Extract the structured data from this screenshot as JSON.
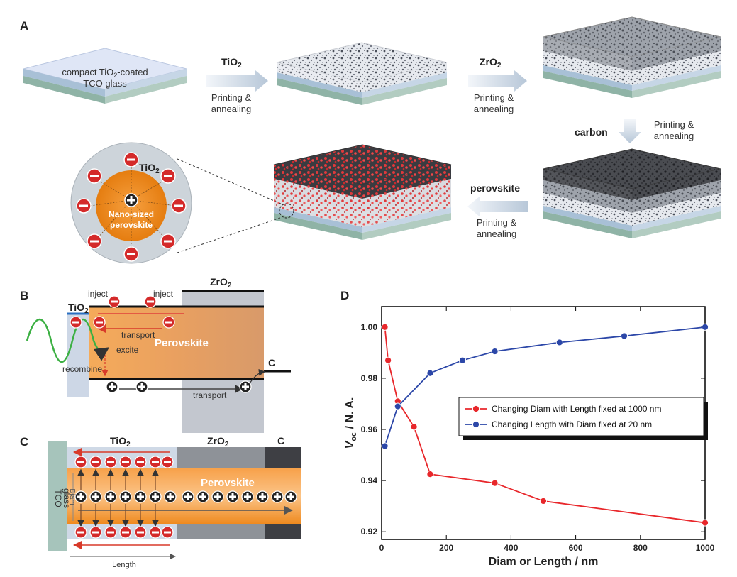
{
  "panels": {
    "a": "A",
    "b": "B",
    "c": "C",
    "d": "D"
  },
  "panel_a": {
    "glass_label_1": "compact TiO",
    "glass_label_sub": "2",
    "glass_label_2": "-coated",
    "glass_label_3": "TCO glass",
    "step1_material": "TiO",
    "step1_sub": "2",
    "step2_material": "ZrO",
    "step2_sub": "2",
    "step3_material": "carbon",
    "step4_material": "perovskite",
    "process_line1": "Printing &",
    "process_line2": "annealing",
    "inset_tio2": "TiO",
    "inset_tio2_sub": "2",
    "inset_core_1": "Nano-sized",
    "inset_core_2": "perovskite"
  },
  "panel_b": {
    "zro2": "ZrO",
    "zro2_sub": "2",
    "tio2": "TiO",
    "tio2_sub": "2",
    "inject": "inject",
    "transport": "transport",
    "excite": "excite",
    "perovskite": "Perovskite",
    "recombine": "recombine",
    "carbon": "C"
  },
  "panel_c": {
    "tio2": "TiO",
    "tio2_sub": "2",
    "zro2": "ZrO",
    "zro2_sub": "2",
    "carbon": "C",
    "perovskite": "Perovskite",
    "glass_1": "TCO",
    "glass_2": "glass",
    "diam": "Diam",
    "length": "Length"
  },
  "colors": {
    "electron": "#d42a2a",
    "series_diam": "#e8272b",
    "series_length": "#2c47a8",
    "perovskite_orange": "#ef8a1f"
  },
  "chart_data": {
    "type": "line",
    "ylabel_main": "V",
    "ylabel_sub": "oc",
    "ylabel_rest": " / N. A.",
    "xlabel": "Diam or Length / nm",
    "xlim": [
      0,
      1000
    ],
    "ylim": [
      0.917,
      1.008
    ],
    "xticks": [
      0,
      200,
      400,
      600,
      800,
      1000
    ],
    "yticks": [
      0.92,
      0.94,
      0.96,
      0.98,
      1.0
    ],
    "ytick_labels": [
      "0.92",
      "0.94",
      "0.96",
      "0.98",
      "1.00"
    ],
    "legend_position": "center-right",
    "series": [
      {
        "name": "Changing Diam with Length fixed at 1000 nm",
        "color": "#e8272b",
        "x": [
          10,
          20,
          50,
          100,
          150,
          350,
          500,
          1000
        ],
        "y": [
          1.0,
          0.987,
          0.971,
          0.961,
          0.9425,
          0.939,
          0.932,
          0.9235
        ]
      },
      {
        "name": "Changing Length with Diam fixed at 20 nm",
        "color": "#2c47a8",
        "x": [
          10,
          50,
          150,
          250,
          350,
          550,
          750,
          1000
        ],
        "y": [
          0.9535,
          0.969,
          0.982,
          0.987,
          0.9905,
          0.994,
          0.9965,
          1.0
        ]
      }
    ]
  }
}
